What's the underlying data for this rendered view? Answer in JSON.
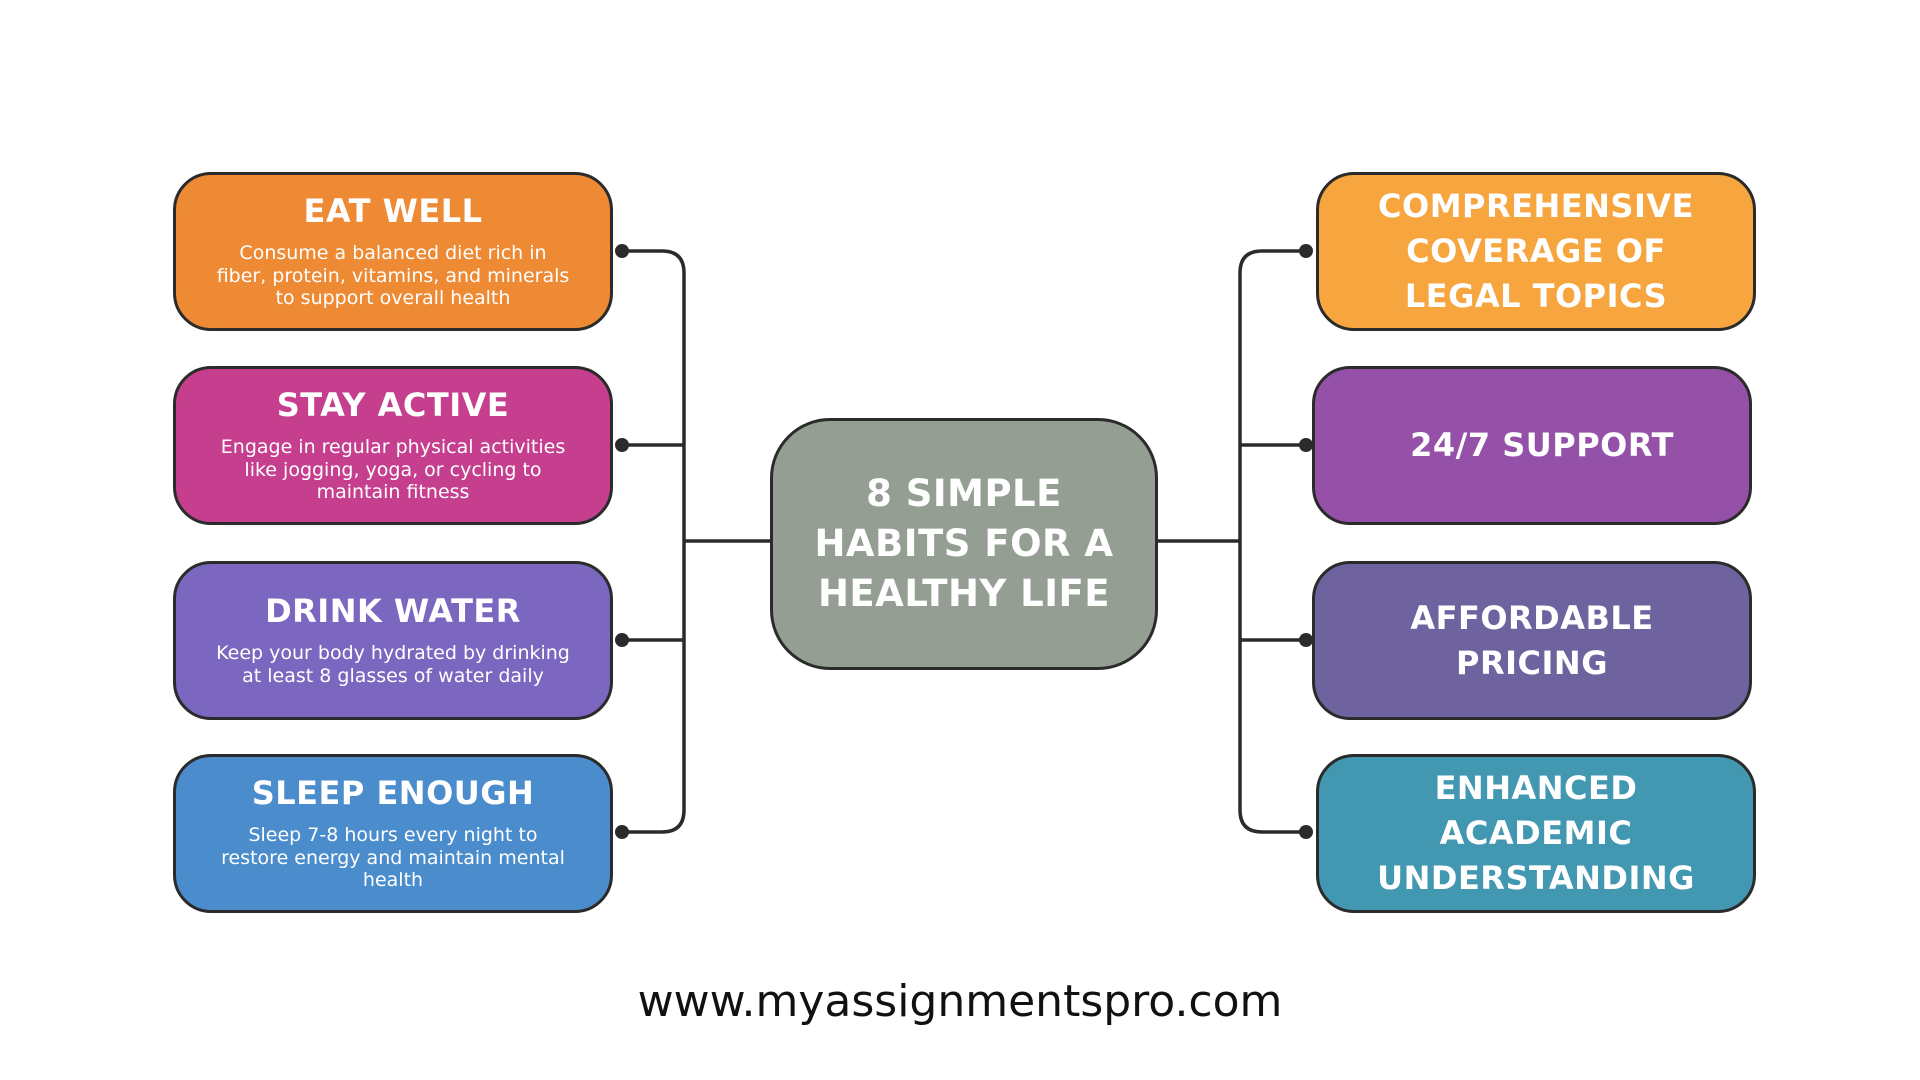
{
  "center": {
    "title": "8 SIMPLE HABITS FOR A HEALTHY LIFE",
    "color": "#949e93"
  },
  "left_items": [
    {
      "title": "EAT WELL",
      "description": "Consume a balanced diet rich in fiber, protein, vitamins, and minerals to support overall health",
      "color": "#ee8a34"
    },
    {
      "title": "STAY ACTIVE",
      "description": "Engage in regular physical activities like jogging, yoga, or cycling to maintain fitness",
      "color": "#c63f8f"
    },
    {
      "title": "DRINK WATER",
      "description": "Keep your body hydrated by drinking at least 8 glasses of water daily",
      "color": "#7b67bf"
    },
    {
      "title": "SLEEP ENOUGH",
      "description": "Sleep 7-8 hours every night to restore energy and maintain mental health",
      "color": "#4a8ccc"
    }
  ],
  "right_items": [
    {
      "title": "COMPREHENSIVE COVERAGE OF LEGAL TOPICS",
      "color": "#f6a53f"
    },
    {
      "title": "24/7 SUPPORT",
      "color": "#9551a8"
    },
    {
      "title": "AFFORDABLE PRICING",
      "color": "#6e639e"
    },
    {
      "title": "ENHANCED ACADEMIC UNDERSTANDING",
      "color": "#4297b1"
    }
  ],
  "footer": {
    "url": "www.myassignmentspro.com"
  },
  "line_color": "#2b2b2b"
}
